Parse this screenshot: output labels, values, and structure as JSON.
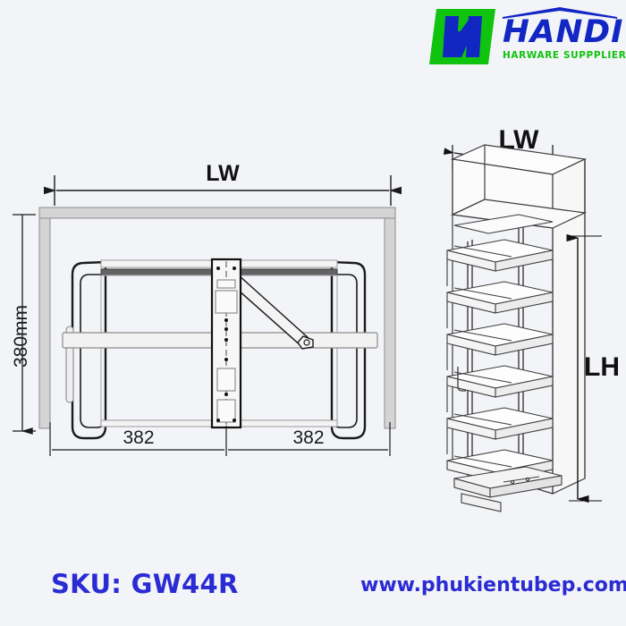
{
  "brand": {
    "logo_mark_icon": "handi-h-monogram-icon",
    "name": "HANDI",
    "tagline": "HARWARE SUPPPLIER",
    "green": "#10c30f",
    "blue": "#1226c4"
  },
  "drawings": {
    "front_view": {
      "name": "front-elevation-pullout-frame",
      "width_label": "LW",
      "height_label": "380mm",
      "segment_left_label": "382",
      "segment_right_label": "382"
    },
    "iso_view": {
      "name": "isometric-tall-pantry-cabinet",
      "width_label": "LW",
      "height_label": "LH"
    }
  },
  "footer": {
    "sku": "SKU: GW44R",
    "website": "www.phukientubep.com"
  },
  "colors": {
    "background": "#f2f4f7",
    "line": "#3c3c3c",
    "fill_light": "#d4d4d4",
    "text_blue": "#2b2bd4"
  }
}
